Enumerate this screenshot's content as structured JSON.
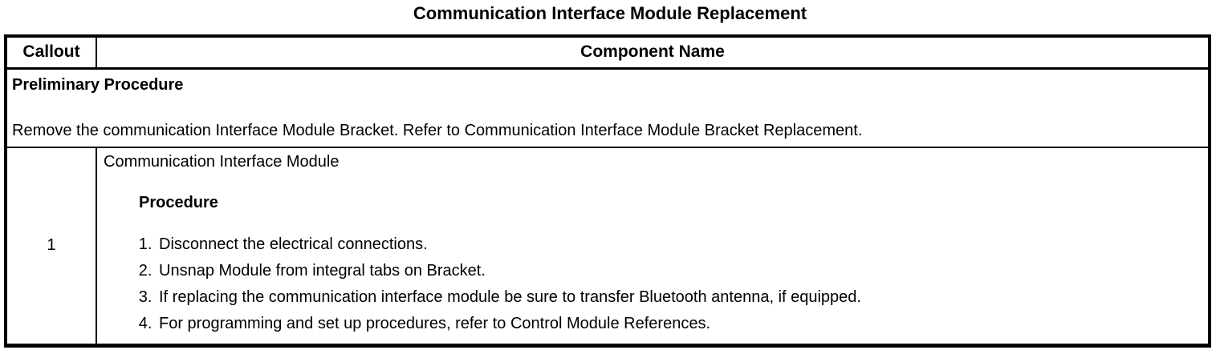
{
  "title": "Communication Interface Module Replacement",
  "table": {
    "headers": {
      "callout": "Callout",
      "component": "Component Name"
    },
    "preliminary": {
      "heading": "Preliminary Procedure",
      "text": "Remove the communication Interface Module Bracket. Refer to Communication Interface Module Bracket Replacement."
    },
    "rows": [
      {
        "callout": "1",
        "component": "Communication Interface Module",
        "procedure_heading": "Procedure",
        "steps": [
          "Disconnect the electrical connections.",
          "Unsnap Module from integral tabs on Bracket.",
          "If replacing the communication interface module be sure to transfer Bluetooth antenna, if equipped.",
          "For programming and set up procedures, refer to Control Module References."
        ]
      }
    ]
  },
  "colors": {
    "text": "#000000",
    "background": "#ffffff",
    "border": "#000000"
  }
}
